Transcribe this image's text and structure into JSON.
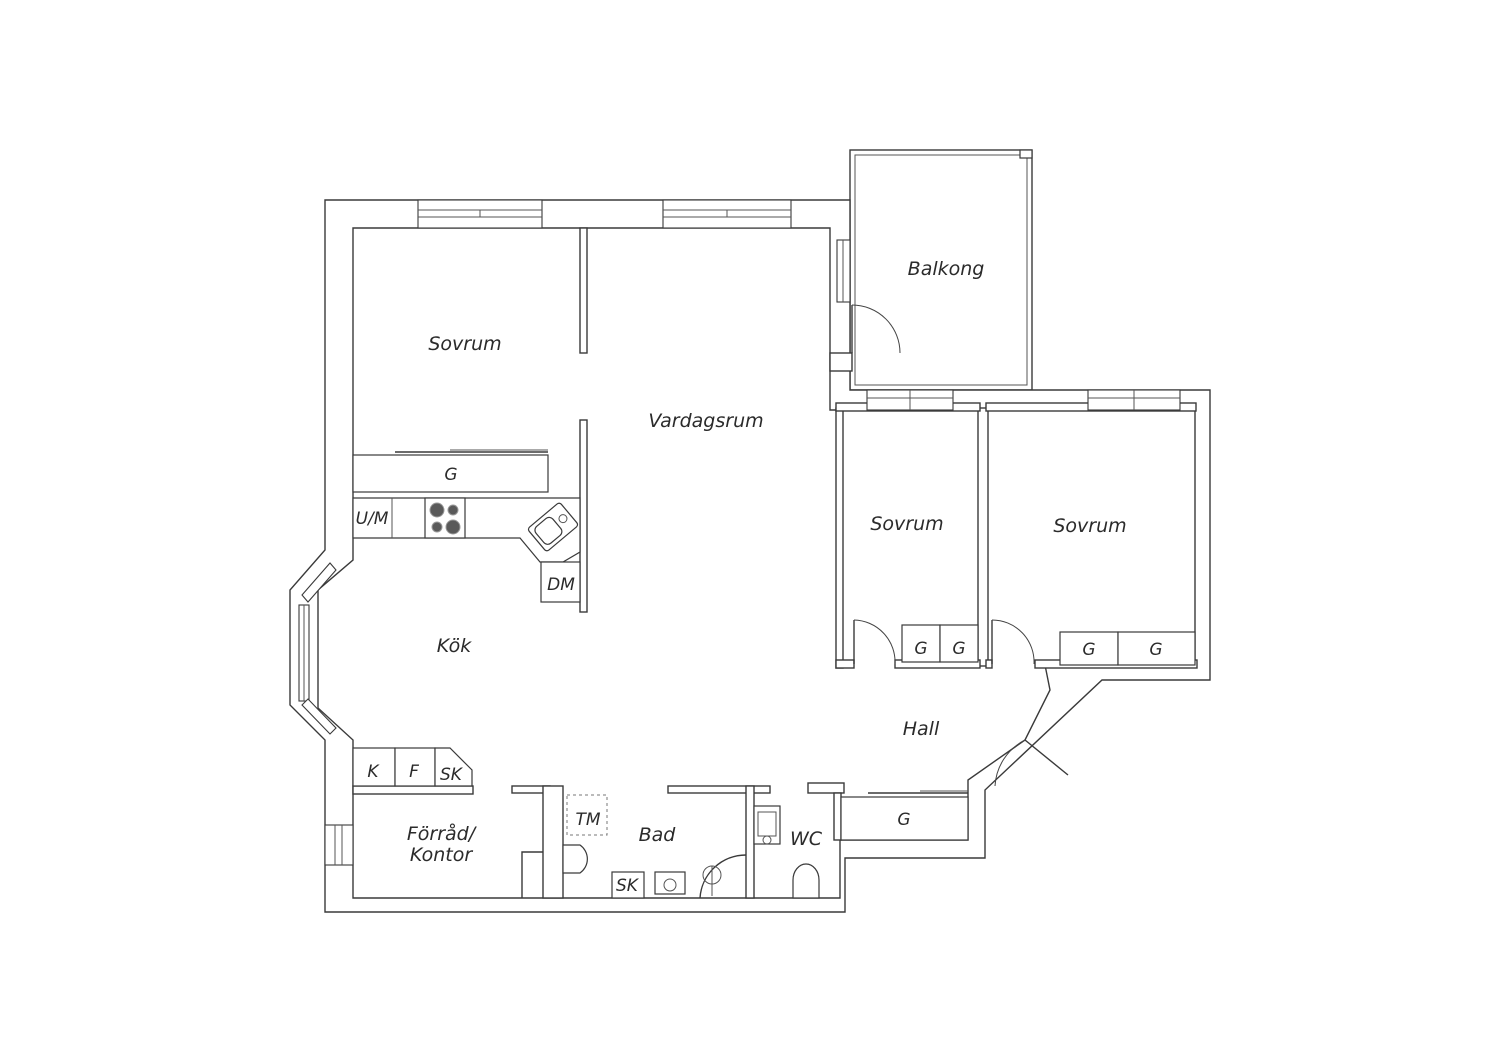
{
  "rooms": {
    "balcony": "Balkong",
    "bedroom_main": "Sovrum",
    "living_room": "Vardagsrum",
    "bedroom_middle": "Sovrum",
    "bedroom_right": "Sovrum",
    "kitchen": "Kök",
    "hall": "Hall",
    "storage_office_line1": "Förråd/",
    "storage_office_line2": "Kontor",
    "bathroom": "Bad",
    "wc": "WC"
  },
  "fixtures": {
    "wardrobe": "G",
    "fridge_freezer_combo": "U/M",
    "dishwasher": "DM",
    "fridge": "K",
    "freezer": "F",
    "cupboard": "SK",
    "tumble_dryer": "TM"
  }
}
